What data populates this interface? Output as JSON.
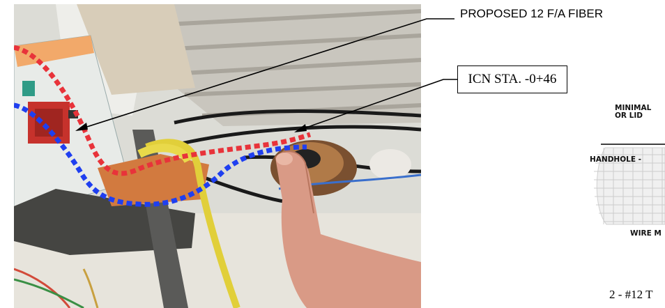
{
  "callouts": {
    "fiber_label": "PROPOSED 12 F/A FIBER",
    "station_label": "ICN STA. -0+46"
  },
  "detail": {
    "minimal_line1": "MINIMAL",
    "minimal_line2": "OR LID",
    "handhole_label": "HANDHOLE -",
    "wire_label": "WIRE M",
    "wire_count": "2 - #12 T"
  },
  "colors": {
    "red_route": "#e8333a",
    "blue_route": "#1f3ff0"
  }
}
